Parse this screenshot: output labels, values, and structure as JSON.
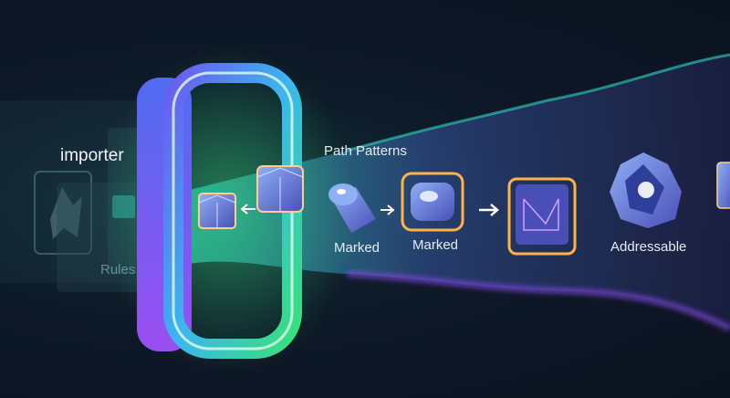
{
  "labels": {
    "importer": "importer",
    "rules": "Rules",
    "path_patterns": "Path Patterns",
    "marked_1": "Marked",
    "marked_2": "Marked",
    "addressable": "Addressable"
  },
  "colors": {
    "background": "#0d1420",
    "portal_blue": "#4f6cf0",
    "portal_green": "#38e07a",
    "portal_purple": "#8a4ef0",
    "stream_teal": "#2fd6c0",
    "stream_purple": "#6a3aa8",
    "highlight_orange": "#ffb347"
  },
  "icons": [
    "cube-icon",
    "cylinder-icon",
    "ring-cylinder-icon",
    "chart-frame-icon",
    "polyhedron-icon",
    "arrow-left-icon",
    "arrow-right-icon"
  ]
}
